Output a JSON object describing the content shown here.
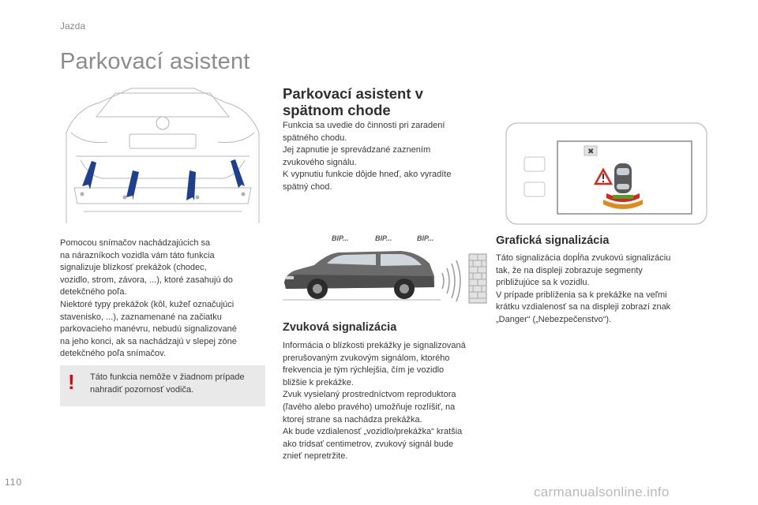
{
  "header": {
    "section": "Jazda"
  },
  "page": {
    "title": "Parkovací asistent",
    "number": "110"
  },
  "left_column": {
    "body": [
      "Pomocou snímačov nachádzajúcich sa",
      "na nárazníkoch vozidla vám táto funkcia",
      "signalizuje blízkosť prekážok (chodec,",
      "vozidlo, strom, závora, ...), ktoré zasahujú do",
      "detekčného poľa.",
      "Niektoré typy prekážok (kôl, kužeľ označujúci",
      "stavenisko, ...), zaznamenané na začiatku",
      "parkovacieho manévru, nebudú signalizované",
      "na jeho konci, ak sa nachádzajú v slepej zóne",
      "detekčného poľa snímačov."
    ],
    "warning": {
      "icon": "!",
      "lines": [
        "Táto funkcia nemôže v žiadnom prípade",
        "nahradiť pozornosť vodiča."
      ]
    }
  },
  "middle_column": {
    "heading_lines": [
      "Parkovací asistent v",
      "spätnom chode"
    ],
    "body": [
      "Funkcia sa uvedie do činnosti pri zaradení",
      "spätného chodu.",
      "Jej zapnutie je sprevádzané zaznením",
      "zvukového signálu.",
      "K vypnutiu funkcie dôjde hneď, ako vyradíte",
      "spätný chod."
    ],
    "beep_labels": [
      "BIP...",
      "BIP...",
      "BIP..."
    ],
    "sound_heading": "Zvuková signalizácia",
    "sound_body": [
      "Informácia o blízkosti prekážky je signalizovaná",
      "prerušovaným zvukovým signálom, ktorého",
      "frekvencia je tým rýchlejšia, čím je vozidlo",
      "bližšie k prekážke.",
      "Zvuk vysielaný prostredníctvom reproduktora",
      "(ľavého alebo pravého) umožňuje rozlíšiť, na",
      "ktorej strane sa nachádza prekážka.",
      "Ak bude vzdialenosť „vozidlo/prekážka“ kratšia",
      "ako tridsať centimetrov, zvukový signál bude",
      "znieť nepretržite."
    ]
  },
  "right_column": {
    "display_close_label": "✖",
    "graphic_heading": "Grafická signalizácia",
    "graphic_body": [
      "Táto signalizácia dopĺňa zvukovú signalizáciu",
      "tak, že na displeji zobrazuje segmenty",
      "približujúce sa k vozidlu.",
      "V prípade priblíženia sa k prekážke na veľmi",
      "krátku vzdialenosť sa na displeji zobrazí znak",
      "„Danger“ („Nebezpečenstvo“)."
    ]
  },
  "footer": {
    "watermark": "carmanualsonline.info"
  },
  "colors": {
    "warning_red": "#e2001a",
    "sensor_blue": "#1f3f8f",
    "segment_green": "#5a9a2a",
    "segment_orange": "#e08a1e",
    "segment_red": "#d8261c"
  }
}
